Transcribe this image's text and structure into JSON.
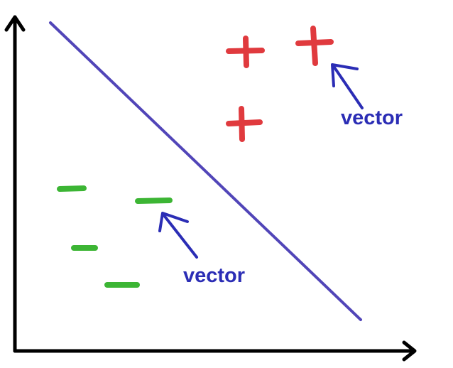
{
  "diagram": {
    "colors": {
      "axes": "#000000",
      "separator": "#5145b8",
      "positive": "#e03a3e",
      "negative": "#3cb534",
      "annotation": "#2b2db5"
    },
    "annotations": [
      {
        "text": "vector",
        "points_to": "positive-sample"
      },
      {
        "text": "vector",
        "points_to": "negative-sample"
      }
    ],
    "markers": {
      "positive_symbol": "+",
      "negative_symbol": "−",
      "positive_count": 3,
      "negative_count": 4
    }
  }
}
